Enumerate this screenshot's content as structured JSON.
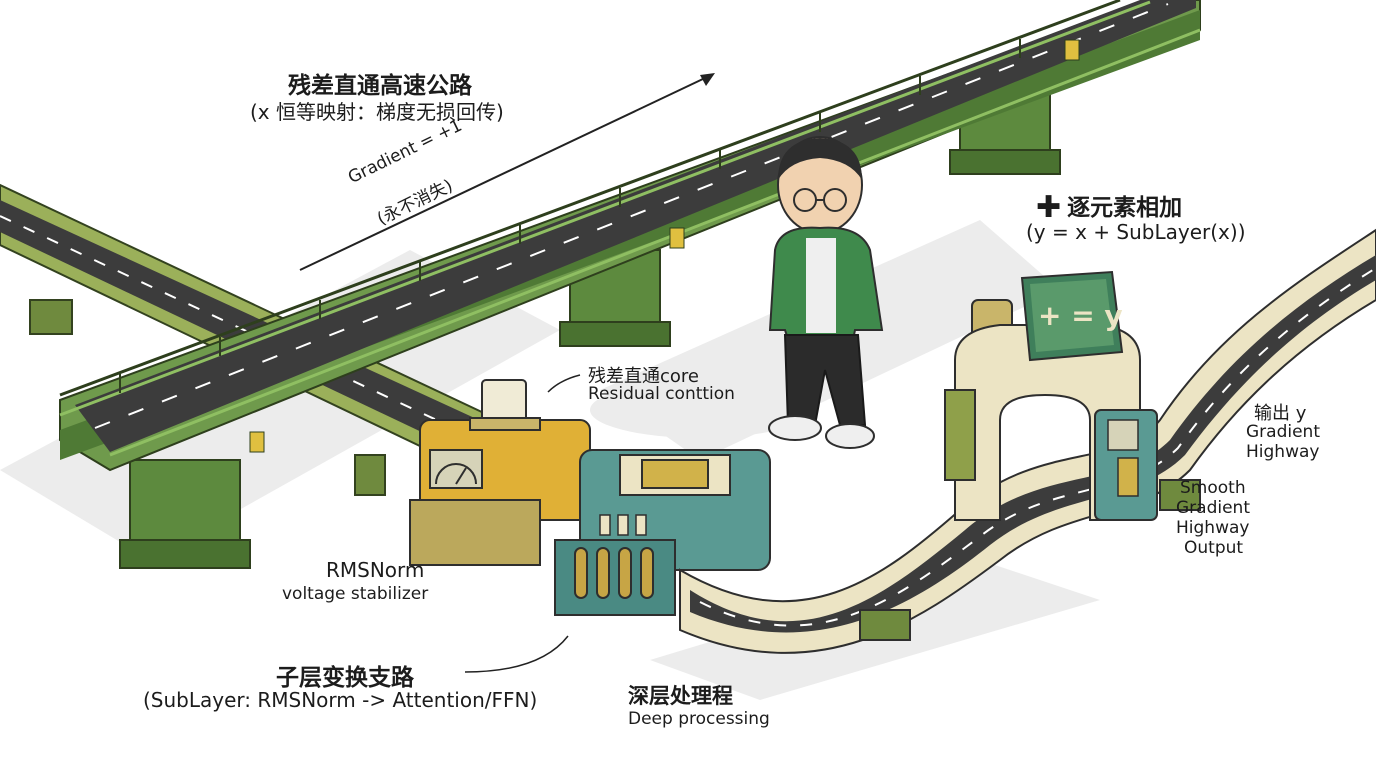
{
  "highway": {
    "title": "残差直通高速公路",
    "subtitle": "(x 恒等映射：梯度无损回传)",
    "gradient_label": "Gradient = +1",
    "gradient_note": "(永不消失)"
  },
  "residual_core": {
    "zh": "残差直通core",
    "en": "Residual conttion"
  },
  "rmsnorm": {
    "title": "RMSNorm",
    "subtitle": "voltage stabilizer"
  },
  "sublayer": {
    "title": "子层变换支路",
    "subtitle": "(SubLayer: RMSNorm -> Attention/FFN)"
  },
  "deep": {
    "zh": "深层处理程",
    "en": "Deep processing"
  },
  "add": {
    "icon": "plus-icon",
    "title": "逐元素相加",
    "formula": "(y = x + SubLayer(x))",
    "sign": "+ = y"
  },
  "output": {
    "zh": "输出 y",
    "line1": "Gradient",
    "line2": "Highway"
  },
  "smooth": {
    "line1": "Smooth",
    "line2": "Gradient",
    "line3": "Highway",
    "line4": "Output"
  },
  "colors": {
    "bridge_green": "#6f9a4c",
    "bridge_dark": "#4f7a35",
    "road": "#3c3c3c",
    "amber": "#e0b036",
    "teal": "#5a9a93",
    "cream": "#ece4c4",
    "olive": "#8fa04a"
  }
}
